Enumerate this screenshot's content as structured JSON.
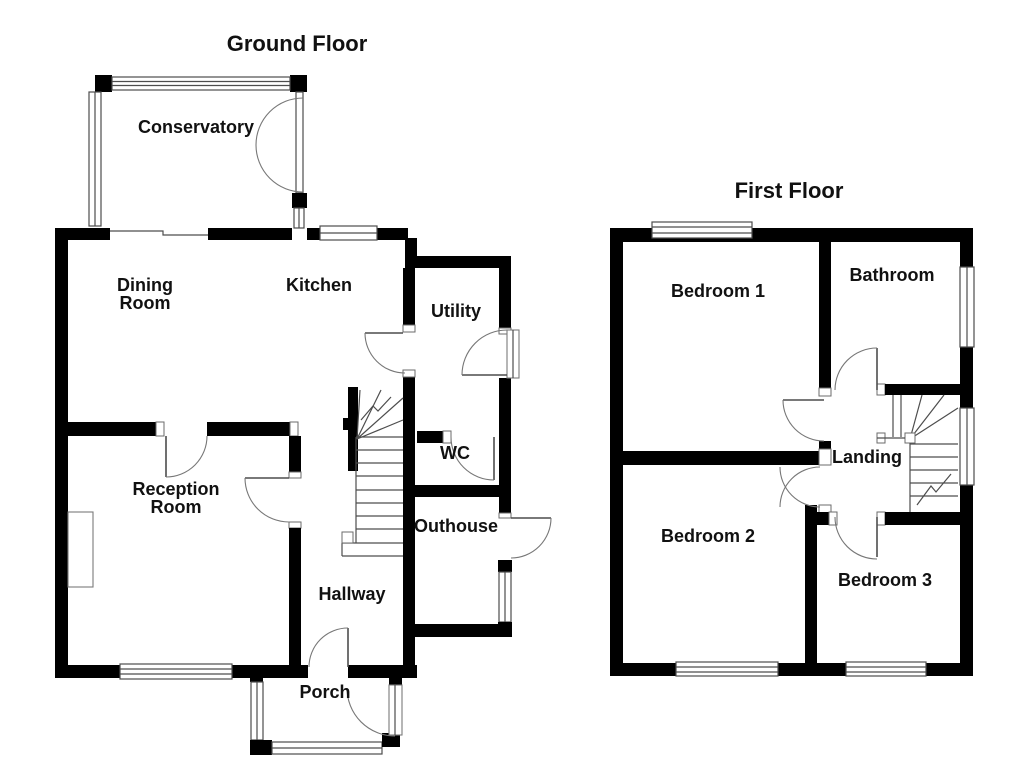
{
  "colors": {
    "wall": "#000000",
    "thin_line": "#4d4d4d",
    "text": "#111111",
    "background": "#ffffff"
  },
  "ground": {
    "title": "Ground Floor",
    "rooms": {
      "conservatory": "Conservatory",
      "dining": [
        "Dining",
        "Room"
      ],
      "kitchen": "Kitchen",
      "utility": "Utility",
      "wc": "WC",
      "reception": [
        "Reception",
        "Room"
      ],
      "outhouse": "Outhouse",
      "hallway": "Hallway",
      "porch": "Porch"
    }
  },
  "first": {
    "title": "First Floor",
    "rooms": {
      "bedroom1": "Bedroom 1",
      "bathroom": "Bathroom",
      "landing": "Landing",
      "bedroom2": "Bedroom 2",
      "bedroom3": "Bedroom 3"
    }
  }
}
